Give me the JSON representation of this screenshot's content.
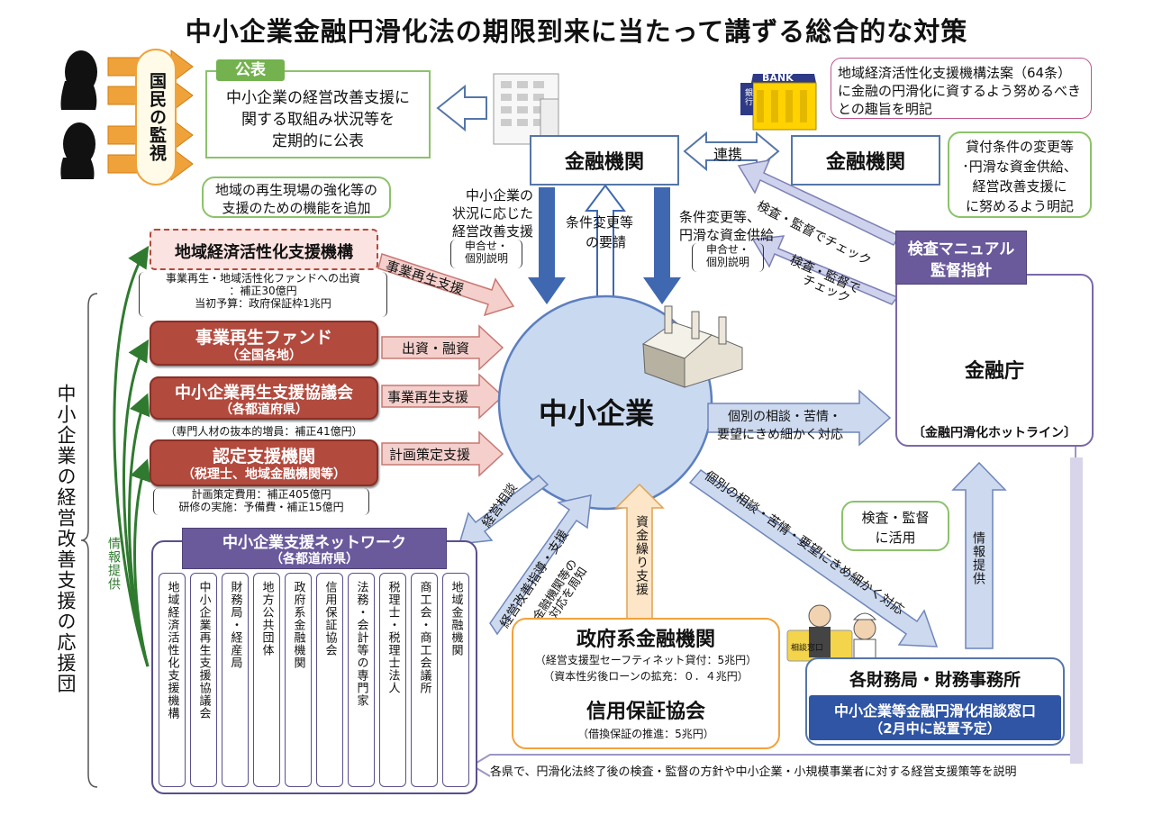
{
  "title": "中小企業金融円滑化法の期限到来に当たって講ずる総合的な対策",
  "public_watch": "国民の監視",
  "koukai": {
    "tag": "公表",
    "lines": [
      "中小企業の経営改善支援に",
      "関する取組み状況等を",
      "定期的に公表"
    ]
  },
  "bank_sign": "BANK",
  "bank_side_sign": "銀行",
  "law_note": {
    "lines": [
      "地域経済活性化支援機構法案（64条）",
      "に金融の円滑化に資するよう努めるべき",
      "との趣旨を明記"
    ]
  },
  "fi_left": "金融機関",
  "fi_right": "金融機関",
  "renkei": "連携",
  "manual_bubble": [
    "貸付条件の変更等",
    "･円滑な資金供給、",
    "経営改善支援に",
    "に努めるよう明記"
  ],
  "regional_bubble": [
    "地域の再生現場の強化等の",
    "支援のための機能を追加"
  ],
  "down_left_label": [
    "中小企業の",
    "状況に応じた",
    "経営改善支援"
  ],
  "down_left_small": [
    "申合せ・",
    "個別説明"
  ],
  "up_label": [
    "条件変更等",
    "の要請"
  ],
  "down_right_label": [
    "条件変更等、",
    "円滑な資金供給"
  ],
  "down_right_small": [
    "申合せ・",
    "個別説明"
  ],
  "inspect1": "検査・監督でチェック",
  "inspect2": [
    "検査・監督で",
    "チェック"
  ],
  "fsa_header": [
    "検査マニュアル",
    "監督指針"
  ],
  "fsa_name": "金融庁",
  "fsa_hotline": "〔金融円滑化ホットライン〕",
  "orgs": {
    "regional": "地域経済活性化支援機構",
    "regional_note": [
      "事業再生・地域活性化ファンドへの出資",
      "：補正30億円",
      "当初予算：政府保証枠1兆円"
    ],
    "fund": "事業再生ファンド",
    "fund_sub": "（全国各地）",
    "council": "中小企業再生支援協議会",
    "council_sub": "（各都道府県）",
    "council_note": "（専門人材の抜本的増員：補正41億円）",
    "certified": "認定支援機関",
    "certified_sub": "（税理士、地域金融機関等）",
    "certified_note": [
      "計画策定費用：補正405億円",
      "研修の実施：予備費・補正15億円"
    ]
  },
  "arrows": {
    "a1": "事業再生支援",
    "a2": "出資・融資",
    "a3": "事業再生支援",
    "a4": "計画策定支援"
  },
  "sme": "中小企業",
  "consult_arrow": [
    "個別の相談・苦情・",
    "要望にきめ細かく対応"
  ],
  "consult_diag": "個別の相談・苦情・要望にきめ細かく対応",
  "use_bubble": [
    "検査・監督",
    "に活用"
  ],
  "info_provide": "情報提供",
  "info_provide_left": "情報提供",
  "keiei_soudan": "経営相談",
  "shien_arrow": [
    "経営改善指導・支援",
    "金融機関等の",
    "対応を周知"
  ],
  "shikin_arrow": "資金繰り支援",
  "network_title": "中小企業支援ネットワーク",
  "network_sub": "（各都道府県）",
  "network_members": [
    "地域経済活性化支援機構",
    "中小企業再生支援協議会",
    "財務局・経産局",
    "地方公共団体",
    "政府系金融機関",
    "信用保証協会",
    "法務・会計等の専門家",
    "税理士・税理士法人",
    "商工会・商工会議所",
    "地域金融機関"
  ],
  "gov": {
    "name": "政府系金融機関",
    "note1": "（経営支援型セーフティネット貸付：5兆円）",
    "note2": "（資本性劣後ローンの拡充：０．４兆円）",
    "guarantee": "信用保証協会",
    "note3": "（借換保証の推進：5兆円）"
  },
  "finance_bureau": "各財務局・財務事務所",
  "window": [
    "中小企業等金融円滑化相談窓口",
    "（2月中に設置予定）"
  ],
  "sign_text": "相談窓口",
  "left_group": "中小企業の経営改善支援の応援団",
  "bottom_note": "各県で、円滑化法終了後の検査・監督の方針や中小企業・小規模事業者に対する経営支援策等を説明",
  "colors": {
    "green": "#74b24f",
    "purple": "#6a5a9c",
    "red": "#b24a3e",
    "blue": "#4f74b5",
    "orange": "#f2a23c"
  }
}
